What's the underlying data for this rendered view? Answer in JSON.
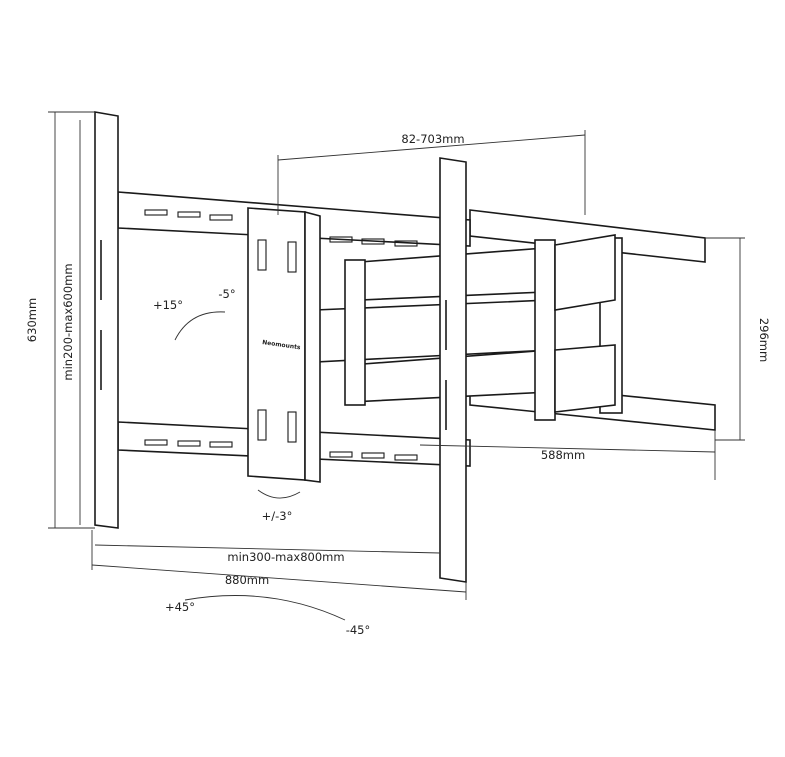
{
  "diagram": {
    "labels": {
      "height_total": "630mm",
      "vesa_vertical": "min200-max600mm",
      "wall_distance": "82-703mm",
      "tilt_up": "+15°",
      "tilt_down": "-5°",
      "rail_height": "296mm",
      "plate_width": "588mm",
      "rotation": "+/-3°",
      "vesa_horizontal": "min300-max800mm",
      "width_total": "880mm",
      "swivel_left": "+45°",
      "swivel_right": "-45°"
    },
    "logo": "Neomounts"
  }
}
